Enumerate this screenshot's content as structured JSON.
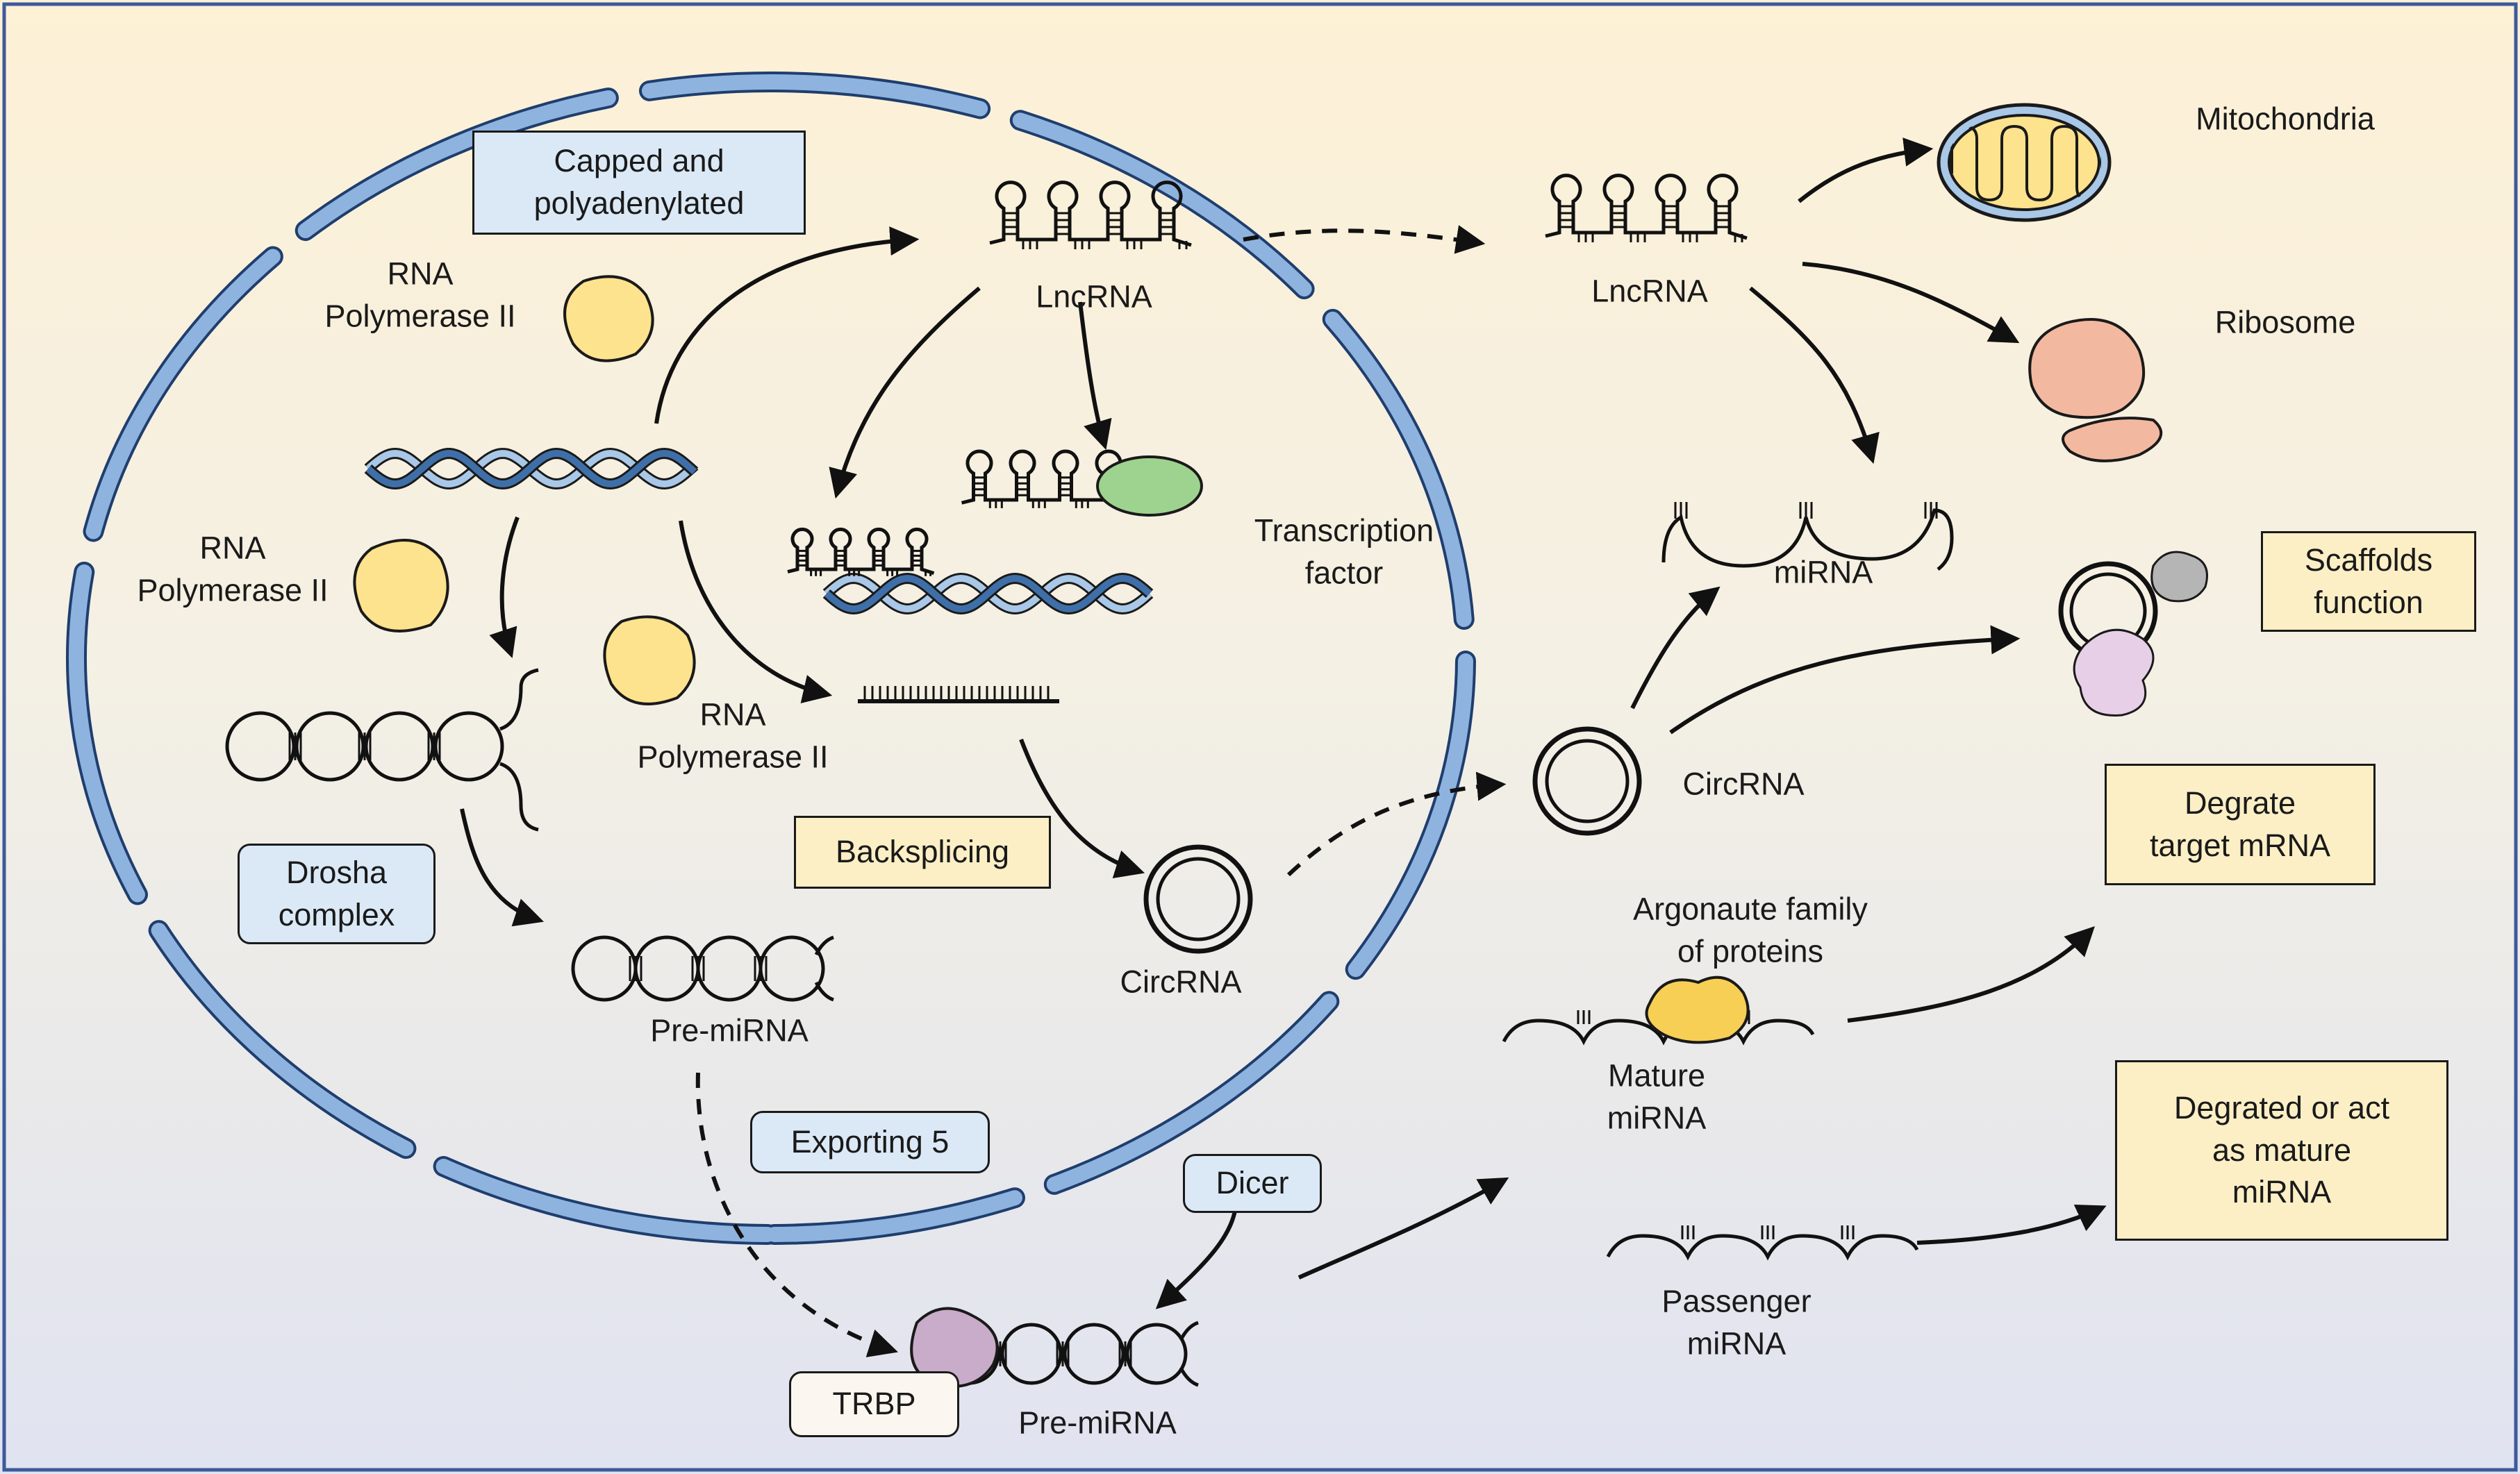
{
  "colors": {
    "background_top": "#fdf1d6",
    "background_bottom": "#e0e3f0",
    "nucleus_membrane": "#8fb3df",
    "dna_dark": "#3f6fa8",
    "dna_light": "#a9c7e6",
    "polymerase": "#fde38d",
    "transcription_factor": "#9ed38f",
    "ribosome": "#f3b9a0",
    "mitochondria_outer": "#a9c7e6",
    "mitochondria_inner": "#fde38d",
    "argonaute": "#f7cf55",
    "trbp": "#c9acc9",
    "scaffold_protein_grey": "#b5b5b5",
    "scaffold_protein_pink": "#e7cfe7",
    "yellow_box": "#fcefc6",
    "blue_box": "#dbe9f6"
  },
  "labels": {
    "rna_pol_1": "RNA\nPolymerase II",
    "rna_pol_2": "RNA\nPolymerase II",
    "rna_pol_3": "RNA\nPolymerase II",
    "lncrna_nucleus": "LncRNA",
    "lncrna_cytoplasm": "LncRNA",
    "transcription_factor": "Transcription\nfactor",
    "pre_mirna_nucleus": "Pre-miRNA",
    "pre_mirna_cytoplasm": "Pre-miRNA",
    "circrna_nucleus": "CircRNA",
    "circrna_cytoplasm": "CircRNA",
    "mitochondria": "Mitochondria",
    "ribosome": "Ribosome",
    "mirna": "miRNA",
    "argonaute": "Argonaute family\nof proteins",
    "mature_mirna": "Mature\nmiRNA",
    "passenger_mirna": "Passenger\nmiRNA"
  },
  "boxes": {
    "capped": "Capped and\npolyadenylated",
    "drosha": "Drosha\ncomplex",
    "backsplicing": "Backsplicing",
    "exporting": "Exporting 5",
    "dicer": "Dicer",
    "trbp": "TRBP",
    "scaffolds": "Scaffolds\nfunction",
    "degrate_target": "Degrate\ntarget mRNA",
    "degrated_or_act": "Degrated or act\nas mature\nmiRNA"
  },
  "icons": [
    "dna-double-helix-icon",
    "hairpin-rna-icon",
    "circular-rna-icon",
    "polymerase-blob-icon",
    "mitochondrion-icon",
    "ribosome-icon",
    "protein-blob-icon"
  ]
}
